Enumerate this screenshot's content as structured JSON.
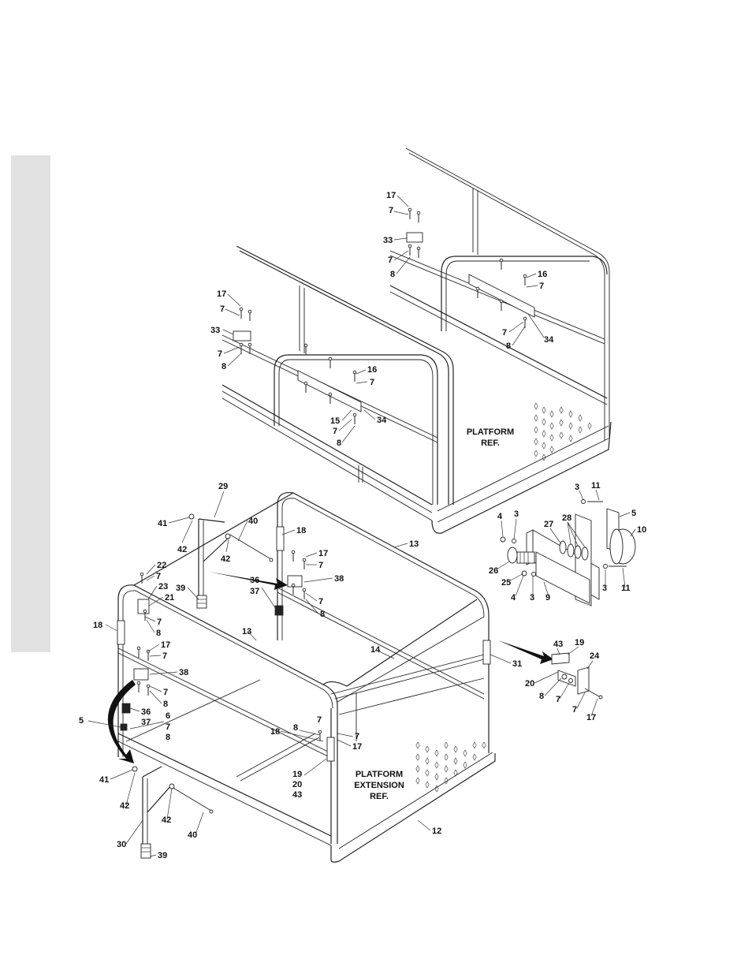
{
  "diagram": {
    "references": {
      "platform": [
        "PLATFORM",
        "REF."
      ],
      "extension": [
        "PLATFORM",
        "EXTENSION",
        "REF."
      ]
    },
    "callouts": [
      {
        "id": "t17a",
        "text": "17"
      },
      {
        "id": "t7a",
        "text": "7"
      },
      {
        "id": "t33a",
        "text": "33"
      },
      {
        "id": "t7b",
        "text": "7"
      },
      {
        "id": "t8a",
        "text": "8"
      },
      {
        "id": "t16a",
        "text": "16"
      },
      {
        "id": "t7c",
        "text": "7"
      },
      {
        "id": "t7d",
        "text": "7"
      },
      {
        "id": "t8b",
        "text": "8"
      },
      {
        "id": "t34a",
        "text": "34"
      },
      {
        "id": "t17b",
        "text": "17"
      },
      {
        "id": "t7e",
        "text": "7"
      },
      {
        "id": "t33b",
        "text": "33"
      },
      {
        "id": "t7f",
        "text": "7"
      },
      {
        "id": "t8c",
        "text": "8"
      },
      {
        "id": "t16b",
        "text": "16"
      },
      {
        "id": "t7g",
        "text": "7"
      },
      {
        "id": "t15",
        "text": "15"
      },
      {
        "id": "t7h",
        "text": "7"
      },
      {
        "id": "t8d",
        "text": "8"
      },
      {
        "id": "t34b",
        "text": "34"
      },
      {
        "id": "t29",
        "text": "29"
      },
      {
        "id": "t41a",
        "text": "41"
      },
      {
        "id": "t40a",
        "text": "40"
      },
      {
        "id": "t42a",
        "text": "42"
      },
      {
        "id": "t42b",
        "text": "42"
      },
      {
        "id": "t39a",
        "text": "39"
      },
      {
        "id": "t18a",
        "text": "18"
      },
      {
        "id": "t13a",
        "text": "13"
      },
      {
        "id": "t17c",
        "text": "17"
      },
      {
        "id": "t7i",
        "text": "7"
      },
      {
        "id": "t38a",
        "text": "38"
      },
      {
        "id": "t36a",
        "text": "36"
      },
      {
        "id": "t37a",
        "text": "37"
      },
      {
        "id": "t7j",
        "text": "7"
      },
      {
        "id": "t8e",
        "text": "8"
      },
      {
        "id": "t22",
        "text": "22"
      },
      {
        "id": "t7k",
        "text": "7"
      },
      {
        "id": "t23",
        "text": "23"
      },
      {
        "id": "t21",
        "text": "21"
      },
      {
        "id": "t7l",
        "text": "7"
      },
      {
        "id": "t8f",
        "text": "8"
      },
      {
        "id": "t18b",
        "text": "18"
      },
      {
        "id": "t13b",
        "text": "13"
      },
      {
        "id": "t14",
        "text": "14"
      },
      {
        "id": "t31",
        "text": "31"
      },
      {
        "id": "t17d",
        "text": "17"
      },
      {
        "id": "t7m",
        "text": "7"
      },
      {
        "id": "t38b",
        "text": "38"
      },
      {
        "id": "t7n",
        "text": "7"
      },
      {
        "id": "t8g",
        "text": "8"
      },
      {
        "id": "t36b",
        "text": "36"
      },
      {
        "id": "t37b",
        "text": "37"
      },
      {
        "id": "t5a",
        "text": "5"
      },
      {
        "id": "t6",
        "text": "6"
      },
      {
        "id": "t7o",
        "text": "7"
      },
      {
        "id": "t8h",
        "text": "8"
      },
      {
        "id": "t8i",
        "text": "8"
      },
      {
        "id": "t7p",
        "text": "7"
      },
      {
        "id": "t18c",
        "text": "18"
      },
      {
        "id": "t7q",
        "text": "7"
      },
      {
        "id": "t17e",
        "text": "17"
      },
      {
        "id": "t19a",
        "text": "19"
      },
      {
        "id": "t20a",
        "text": "20"
      },
      {
        "id": "t43a",
        "text": "43"
      },
      {
        "id": "t41b",
        "text": "41"
      },
      {
        "id": "t42c",
        "text": "42"
      },
      {
        "id": "t42d",
        "text": "42"
      },
      {
        "id": "t40b",
        "text": "40"
      },
      {
        "id": "t30",
        "text": "30"
      },
      {
        "id": "t39b",
        "text": "39"
      },
      {
        "id": "t12",
        "text": "12"
      },
      {
        "id": "t3a",
        "text": "3"
      },
      {
        "id": "t11a",
        "text": "11"
      },
      {
        "id": "t5b",
        "text": "5"
      },
      {
        "id": "t10",
        "text": "10"
      },
      {
        "id": "t4a",
        "text": "4"
      },
      {
        "id": "t3b",
        "text": "3"
      },
      {
        "id": "t27",
        "text": "27"
      },
      {
        "id": "t28",
        "text": "28"
      },
      {
        "id": "t26",
        "text": "26"
      },
      {
        "id": "t25",
        "text": "25"
      },
      {
        "id": "t4b",
        "text": "4"
      },
      {
        "id": "t3c",
        "text": "3"
      },
      {
        "id": "t9",
        "text": "9"
      },
      {
        "id": "t3d",
        "text": "3"
      },
      {
        "id": "t11b",
        "text": "11"
      },
      {
        "id": "t43b",
        "text": "43"
      },
      {
        "id": "t19b",
        "text": "19"
      },
      {
        "id": "t24",
        "text": "24"
      },
      {
        "id": "t20b",
        "text": "20"
      },
      {
        "id": "t8j",
        "text": "8"
      },
      {
        "id": "t7r",
        "text": "7"
      },
      {
        "id": "t7s",
        "text": "7"
      },
      {
        "id": "t17f",
        "text": "17"
      }
    ]
  }
}
